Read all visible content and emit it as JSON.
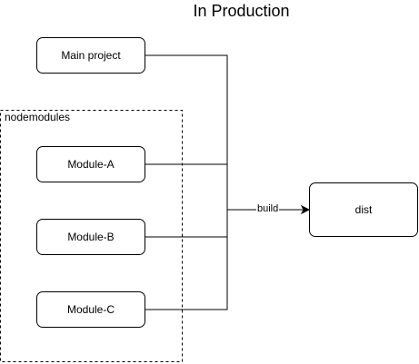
{
  "title": "In Production",
  "group": {
    "label": "nodemodules"
  },
  "nodes": {
    "main_project": "Main project",
    "module_a": "Module-A",
    "module_b": "Module-B",
    "module_c": "Module-C",
    "dist": "dist"
  },
  "edge": {
    "label": "build"
  }
}
